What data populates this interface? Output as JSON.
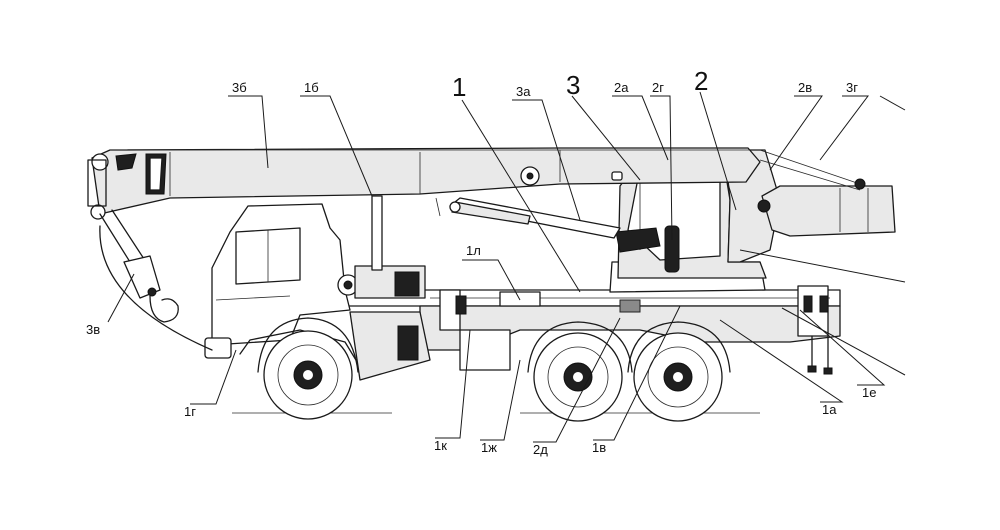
{
  "callouts": [
    {
      "id": "1",
      "text": "1",
      "size": "big"
    },
    {
      "id": "2",
      "text": "2",
      "size": "big"
    },
    {
      "id": "3",
      "text": "3",
      "size": "big"
    },
    {
      "id": "1a",
      "text": "1а",
      "size": "small"
    },
    {
      "id": "1b",
      "text": "1б",
      "size": "small"
    },
    {
      "id": "1v",
      "text": "1в",
      "size": "small"
    },
    {
      "id": "1g",
      "text": "1г",
      "size": "small"
    },
    {
      "id": "1e",
      "text": "1е",
      "size": "small"
    },
    {
      "id": "1zh",
      "text": "1ж",
      "size": "small"
    },
    {
      "id": "1k",
      "text": "1к",
      "size": "small"
    },
    {
      "id": "1l",
      "text": "1л",
      "size": "small"
    },
    {
      "id": "2a",
      "text": "2а",
      "size": "small"
    },
    {
      "id": "2v",
      "text": "2в",
      "size": "small"
    },
    {
      "id": "2g",
      "text": "2г",
      "size": "small"
    },
    {
      "id": "2d",
      "text": "2д",
      "size": "small"
    },
    {
      "id": "3a",
      "text": "3а",
      "size": "small"
    },
    {
      "id": "3b",
      "text": "3б",
      "size": "small"
    },
    {
      "id": "3v",
      "text": "3в",
      "size": "small"
    },
    {
      "id": "3g",
      "text": "3г",
      "size": "small"
    }
  ]
}
